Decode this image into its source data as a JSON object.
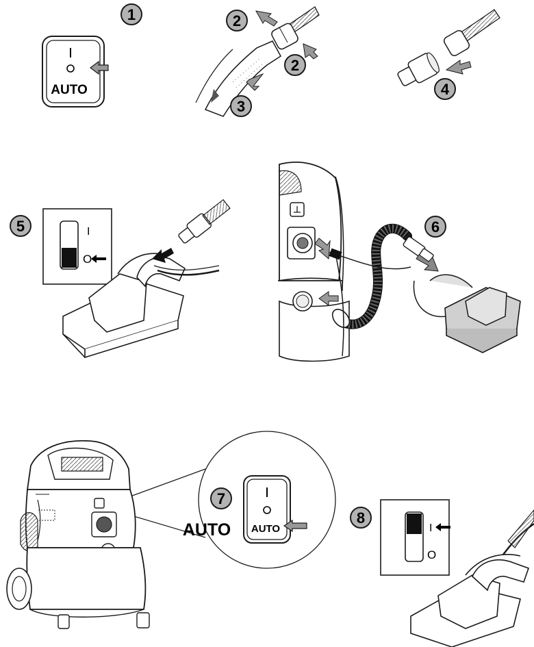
{
  "steps": [
    "1",
    "2",
    "2",
    "3",
    "4",
    "5",
    "6",
    "7",
    "8"
  ],
  "switch_panel": {
    "on_symbol": "I",
    "off_symbol": "O",
    "auto_label": "AUTO"
  },
  "side_label": "AUTO",
  "colors": {
    "badge_fill": "#b3b3b3",
    "arrow_gray": "#999999",
    "line": "#1a1a1a",
    "shade": "#d9d9d9"
  }
}
